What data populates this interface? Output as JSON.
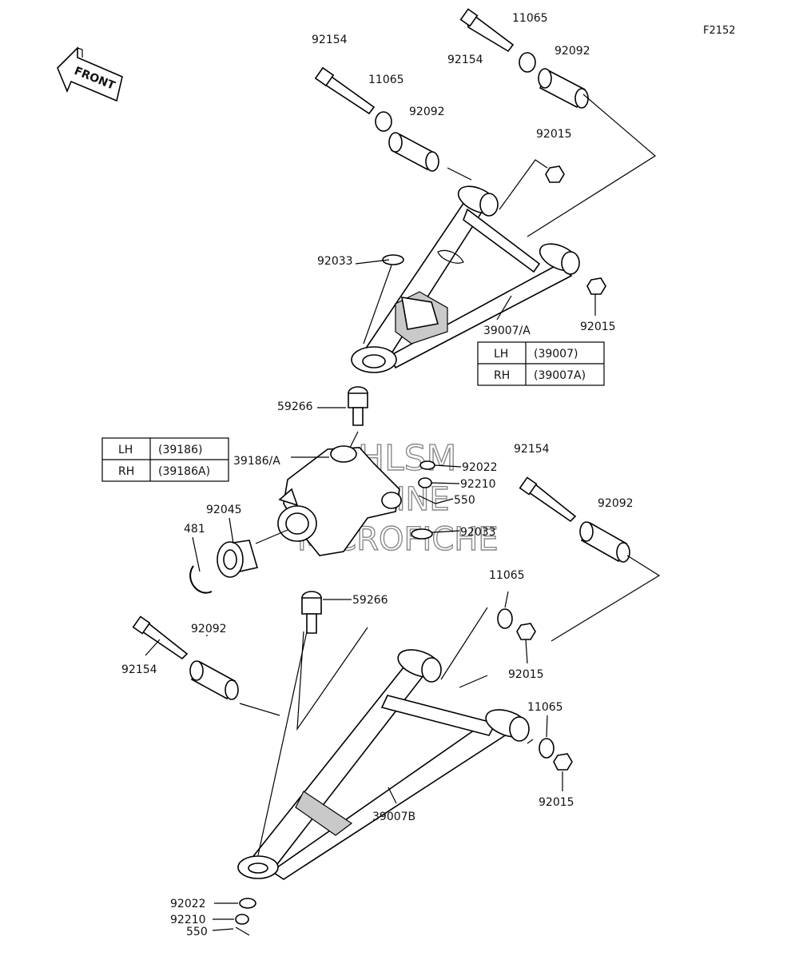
{
  "diagram_id": "F2152",
  "front_label": "FRONT",
  "watermark": {
    "line1": "HLSM",
    "line2": "ONLINE",
    "line3": "MICROFICHE"
  },
  "callouts": {
    "bolt_top_left": "92154",
    "bolt_top_right": "92154",
    "washer_top_left": "11065",
    "washer_top_right": "11065",
    "bushing_top_left": "92092",
    "bushing_top_right": "92092",
    "nut_upper_1": "92015",
    "nut_upper_2": "92015",
    "snap_ring_upper": "92033",
    "upper_arm": "39007/A",
    "ball_joint_upper": "59266",
    "knuckle": "39186/A",
    "washer_knuckle": "92022",
    "nut_knuckle": "92210",
    "pin_knuckle": "550",
    "snap_ring_knuckle": "92033",
    "bearing": "92045",
    "circlip": "481",
    "ball_joint_lower": "59266",
    "bolt_mid_right": "92154",
    "bushing_mid_right": "92092",
    "washer_mid": "11065",
    "nut_mid": "92015",
    "bolt_lower_left": "92154",
    "bushing_lower_left": "92092",
    "washer_lower_right": "11065",
    "nut_lower_right": "92015",
    "lower_arm": "39007B",
    "washer_bottom": "92022",
    "nut_bottom": "92210",
    "pin_bottom": "550"
  },
  "table_upper": {
    "rows": [
      {
        "side": "LH",
        "part": "(39007)"
      },
      {
        "side": "RH",
        "part": "(39007A)"
      }
    ]
  },
  "table_knuckle": {
    "rows": [
      {
        "side": "LH",
        "part": "(39186)"
      },
      {
        "side": "RH",
        "part": "(39186A)"
      }
    ]
  }
}
